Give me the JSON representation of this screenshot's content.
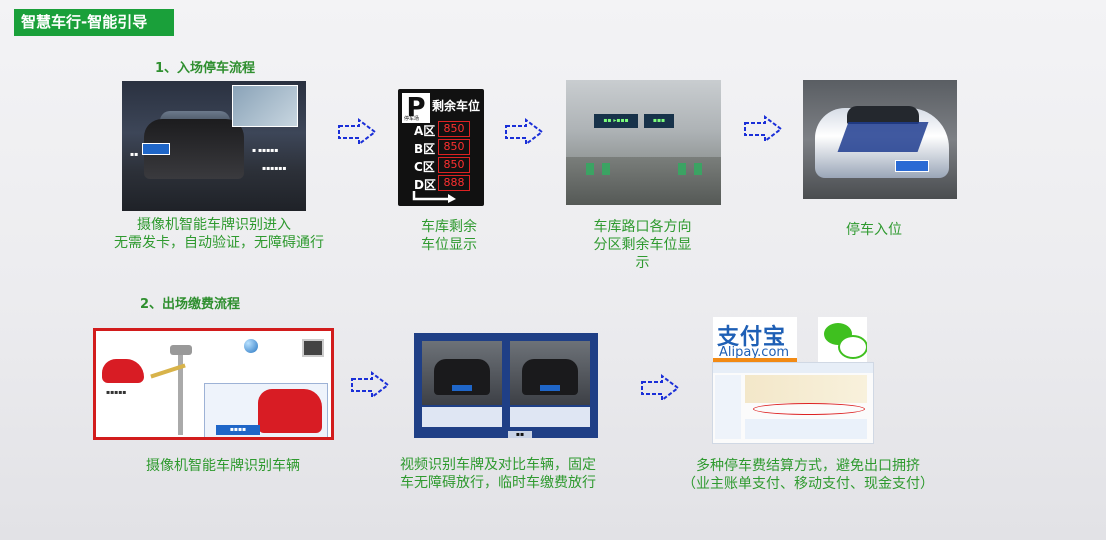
{
  "header": {
    "title": "智慧车行-智能引导"
  },
  "sections": {
    "entry": {
      "title": "1、入场停车流程"
    },
    "exit": {
      "title": "2、出场缴费流程"
    }
  },
  "entry_steps": [
    {
      "caption_lines": [
        "摄像机智能车牌识别进入",
        "无需发卡，自动验证，无障碍通行"
      ]
    },
    {
      "caption_lines": [
        "车库剩余",
        "车位显示"
      ]
    },
    {
      "caption_lines": [
        "车库路口各方向",
        "分区剩余车位显",
        "示"
      ]
    },
    {
      "caption_lines": [
        "停车入位"
      ]
    }
  ],
  "exit_steps": [
    {
      "caption_lines": [
        "摄像机智能车牌识别车辆"
      ]
    },
    {
      "caption_lines": [
        "视频识别车牌及对比车辆，固定",
        "车无障碍放行，临时车缴费放行"
      ]
    },
    {
      "caption_lines": [
        "多种停车费结算方式，避免出口拥挤",
        "（业主账单支付、移动支付、现金支付）"
      ]
    }
  ],
  "parking_sign": {
    "header": "剩余车位",
    "sub": "停车场",
    "rows": [
      {
        "zone": "A区",
        "count": "850"
      },
      {
        "zone": "B区",
        "count": "850"
      },
      {
        "zone": "C区",
        "count": "850"
      },
      {
        "zone": "D区",
        "count": "888"
      }
    ]
  },
  "payment": {
    "alipay_cn": "支付宝",
    "alipay_en": "Alipay.com"
  },
  "colors": {
    "accent_green": "#1aa03a",
    "caption_green": "#2f9a2f",
    "arrow_blue": "#1a2fd8",
    "frame_red": "#d21c1c"
  }
}
